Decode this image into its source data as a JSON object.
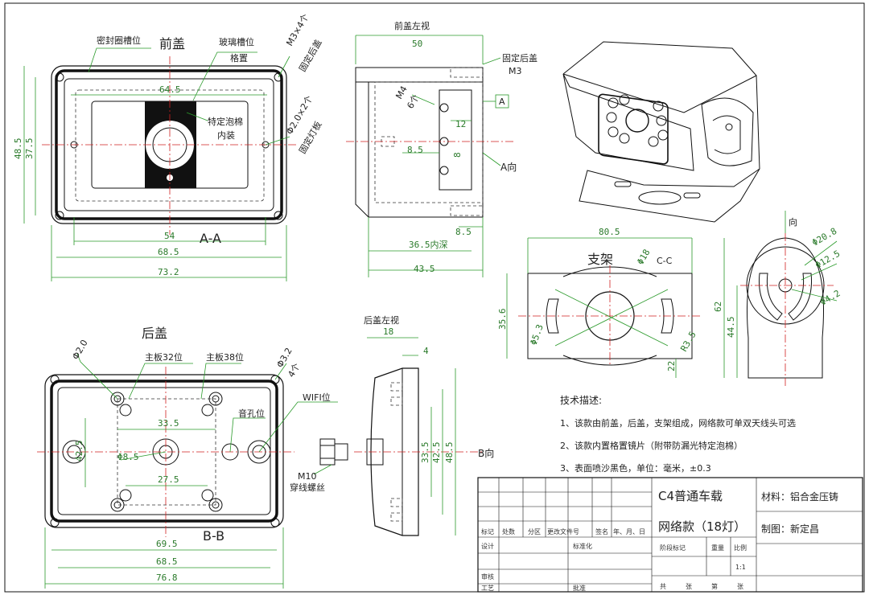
{
  "front_view": {
    "title": "前盖",
    "labels": [
      "密封圈槽位",
      "玻璃槽位",
      "格置",
      "特定泡棉",
      "内装",
      "M3×4个",
      "固定后盖",
      "Φ2.0×2个",
      "固定灯板"
    ],
    "dims": [
      "64.5",
      "48.5",
      "37.5",
      "54",
      "A-A",
      "68.5",
      "73.2"
    ]
  },
  "front_left": {
    "title": "前盖左视",
    "dims": [
      "50",
      "8.5",
      "12",
      "8",
      "8.5",
      "36.5内深",
      "43.5"
    ],
    "labels": [
      "固定后盖",
      "M3",
      "M4",
      "6个",
      "A向",
      "A"
    ]
  },
  "back_view": {
    "title": "后盖",
    "labels": [
      "主板32位",
      "主板38位",
      "Φ3.2",
      "4个",
      "Φ2.0",
      "WIFI位",
      "音孔位"
    ],
    "dims": [
      "33.5",
      "27.5",
      "42.5",
      "69.5",
      "B-B",
      "68.5",
      "76.8",
      "Φ8.5"
    ]
  },
  "back_left": {
    "title": "后盖左视",
    "dims": [
      "18",
      "4",
      "33.5",
      "42.5",
      "48.5"
    ],
    "labels": [
      "B向"
    ]
  },
  "gland": {
    "labels": [
      "M10",
      "穿线螺丝"
    ]
  },
  "bracket": {
    "title": "支架",
    "section": "C-C",
    "dims": [
      "80.5",
      "35.6",
      "Φ18",
      "Φ5.3",
      "R3.5",
      "22",
      "62",
      "44.5",
      "Φ20.8",
      "Φ12.5",
      "Φ4.2",
      "向"
    ]
  },
  "tech": {
    "heading": "技术描述:",
    "lines": [
      "1、该款由前盖，后盖，支架组成，网络款可单双天线头可选",
      "2、该款内置格置镜片（附带防漏光特定泡棉）",
      "3、表面喷沙黑色，单位：毫米，±0.3"
    ]
  },
  "title_block": {
    "name1": "C4普通车载",
    "name2": "网络款（18灯）",
    "material": "材料：铝合金压铸",
    "drafter": "制图：新定昌",
    "header_cells": [
      "标记",
      "处数",
      "分区",
      "更改文件号",
      "签名",
      "年、月、日"
    ],
    "row_cells": [
      "设计",
      "标准化",
      "阶段标记",
      "重量",
      "比例",
      "审核",
      "工艺",
      "批准"
    ],
    "scale": "1:1",
    "footer": [
      "共",
      "张",
      "第",
      "张"
    ]
  },
  "colors": {
    "dimension": "#2a9a2a",
    "centerline": "#d02020",
    "outline": "#111111"
  }
}
